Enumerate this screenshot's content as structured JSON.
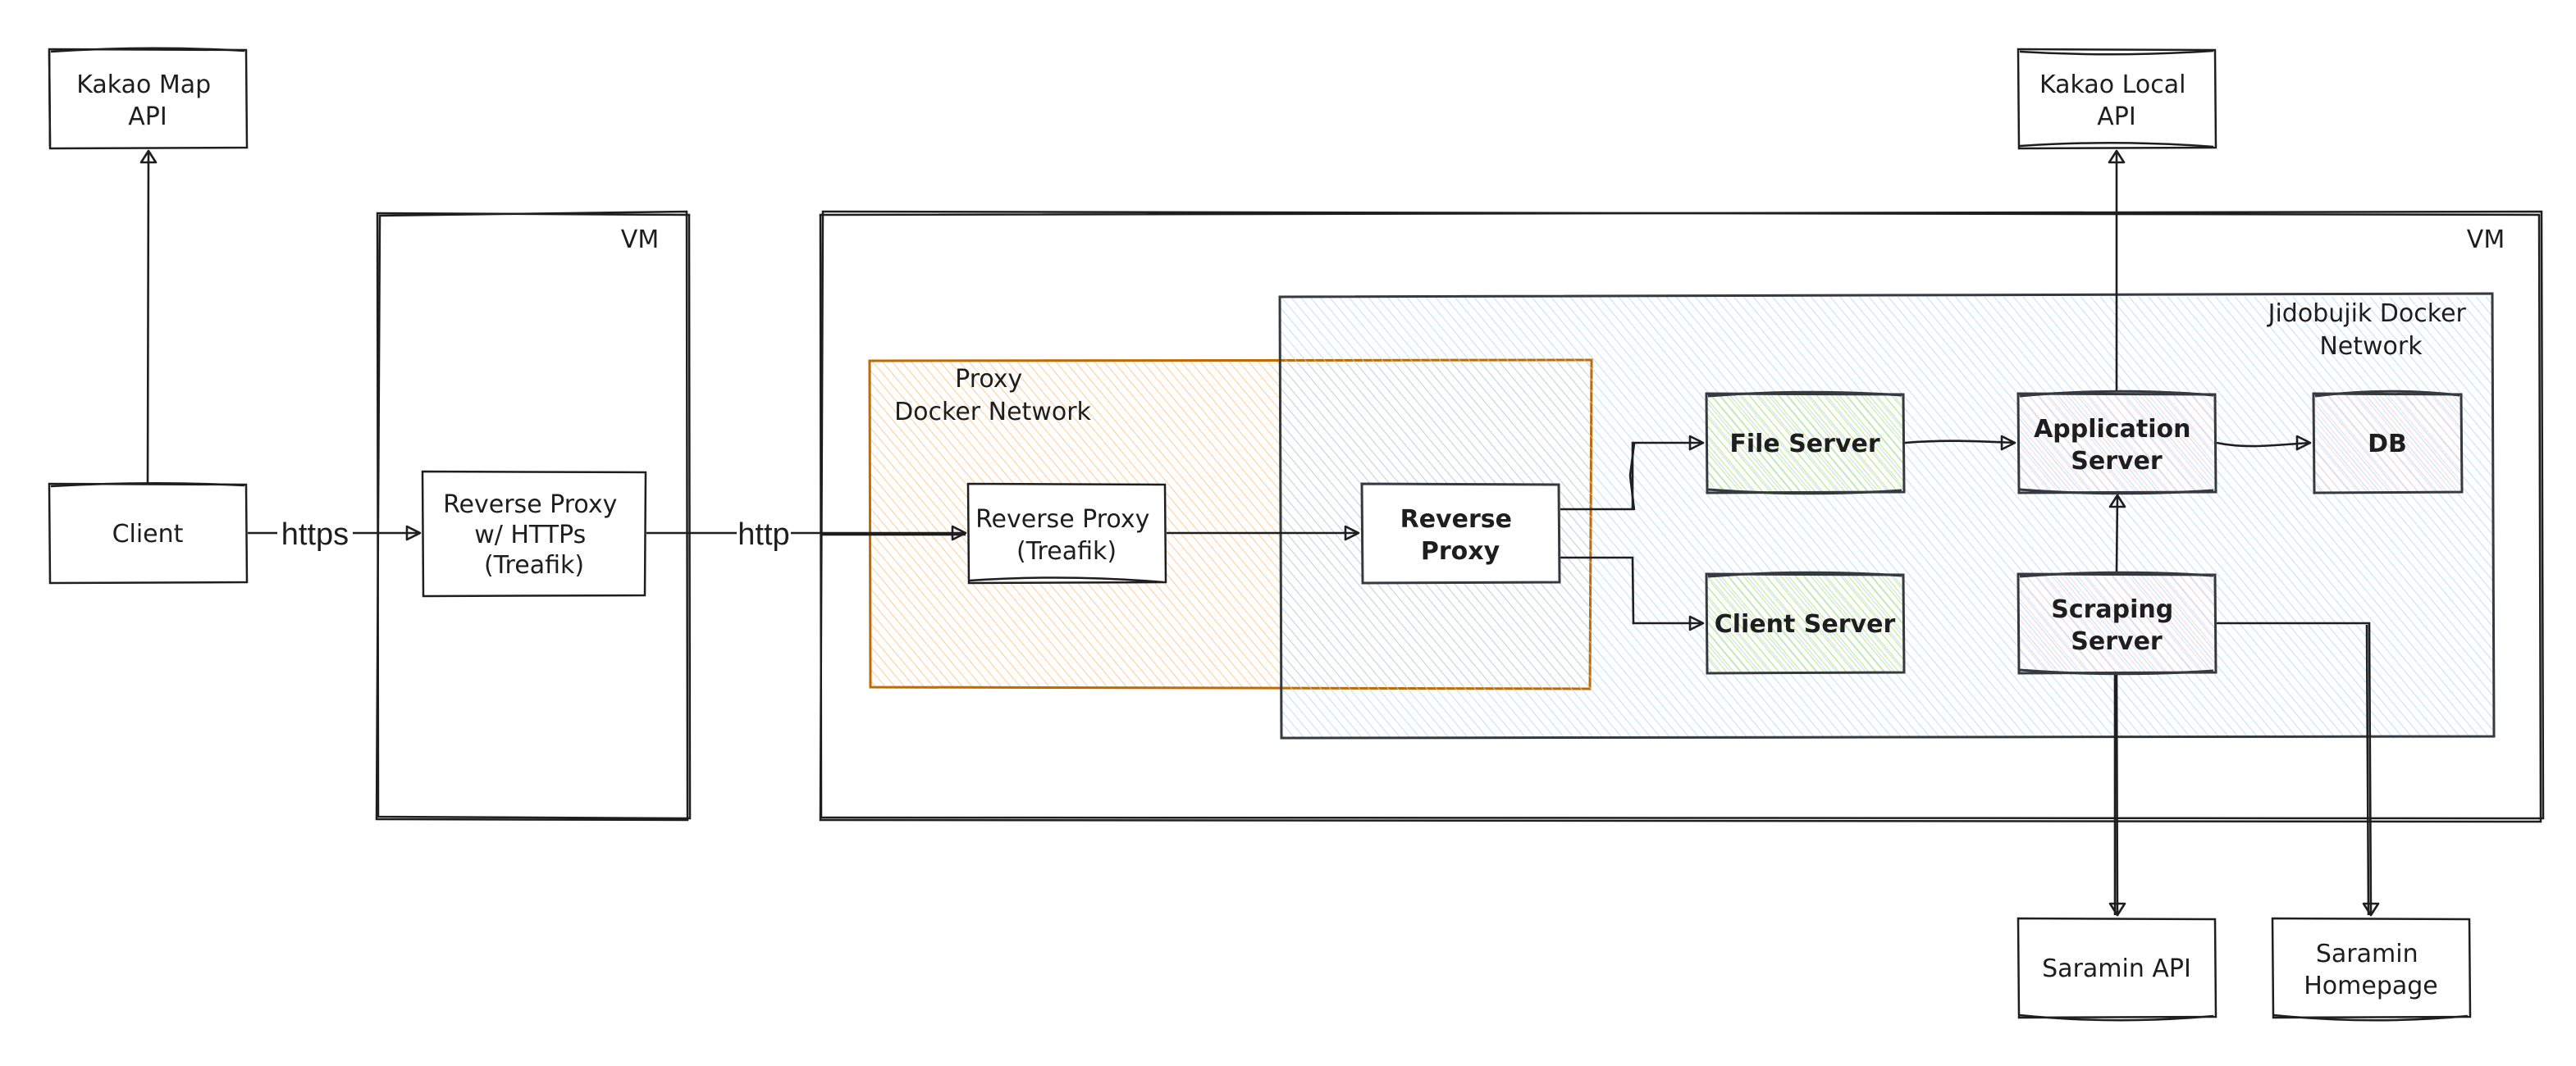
{
  "diagram": {
    "colors": {
      "stroke": "#1e1e1e",
      "group_stroke_dark": "#343a40",
      "proxy_network_stroke": "#c06a00",
      "proxy_network_hachure": "#ffc078",
      "jidobujik_network_hachure": "#a5d8ff",
      "green_hachure": "#b2f2bb",
      "green_hachure_line": "#a9e34b",
      "red_hachure": "#ffc9c9"
    },
    "groups": {
      "vm_left": {
        "label": "VM"
      },
      "vm_right": {
        "label": "VM"
      },
      "proxy_network": {
        "label_lines": [
          "Proxy",
          "Docker Network"
        ]
      },
      "jidobujik_network": {
        "label_lines": [
          "Jidobujik Docker",
          "Network"
        ]
      }
    },
    "nodes": {
      "kakao_map_api": {
        "lines": [
          "Kakao Map",
          "API"
        ]
      },
      "client": {
        "lines": [
          "Client"
        ]
      },
      "reverse_proxy_https": {
        "lines": [
          "Reverse Proxy",
          "w/ HTTPs",
          "(Treafik)"
        ]
      },
      "reverse_proxy_treafik": {
        "lines": [
          "Reverse Proxy",
          "(Treafik)"
        ]
      },
      "reverse_proxy": {
        "lines": [
          "Reverse",
          "Proxy"
        ]
      },
      "file_server": {
        "lines": [
          "File Server"
        ]
      },
      "client_server": {
        "lines": [
          "Client Server"
        ]
      },
      "application_server": {
        "lines": [
          "Application",
          "Server"
        ]
      },
      "db": {
        "lines": [
          "DB"
        ]
      },
      "scraping_server": {
        "lines": [
          "Scraping",
          "Server"
        ]
      },
      "kakao_local_api": {
        "lines": [
          "Kakao Local",
          "API"
        ]
      },
      "saramin_api": {
        "lines": [
          "Saramin API"
        ]
      },
      "saramin_homepage": {
        "lines": [
          "Saramin",
          "Homepage"
        ]
      }
    },
    "edges": {
      "client_to_kakao_map": {
        "from": "Client",
        "to": "Kakao Map API",
        "label": ""
      },
      "client_to_proxy_https": {
        "from": "Client",
        "to": "Reverse Proxy w/ HTTPs (Treafik)",
        "label": "https"
      },
      "proxy_https_to_treafik": {
        "from": "Reverse Proxy w/ HTTPs (Treafik)",
        "to": "Reverse Proxy (Treafik)",
        "label": "http"
      },
      "treafik_to_reverse_proxy": {
        "from": "Reverse Proxy (Treafik)",
        "to": "Reverse Proxy",
        "label": ""
      },
      "reverse_proxy_to_file_server": {
        "from": "Reverse Proxy",
        "to": "File Server",
        "label": ""
      },
      "reverse_proxy_to_client_server": {
        "from": "Reverse Proxy",
        "to": "Client Server",
        "label": ""
      },
      "file_server_to_app_server": {
        "from": "File Server",
        "to": "Application Server",
        "label": ""
      },
      "app_server_to_db": {
        "from": "Application Server",
        "to": "DB",
        "label": ""
      },
      "app_server_to_kakao_local": {
        "from": "Application Server",
        "to": "Kakao Local API",
        "label": ""
      },
      "scraping_to_app_server": {
        "from": "Scraping Server",
        "to": "Application Server",
        "label": ""
      },
      "scraping_to_saramin_api": {
        "from": "Scraping Server",
        "to": "Saramin API",
        "label": ""
      },
      "scraping_to_saramin_homepage": {
        "from": "Scraping Server",
        "to": "Saramin Homepage",
        "label": ""
      }
    }
  }
}
